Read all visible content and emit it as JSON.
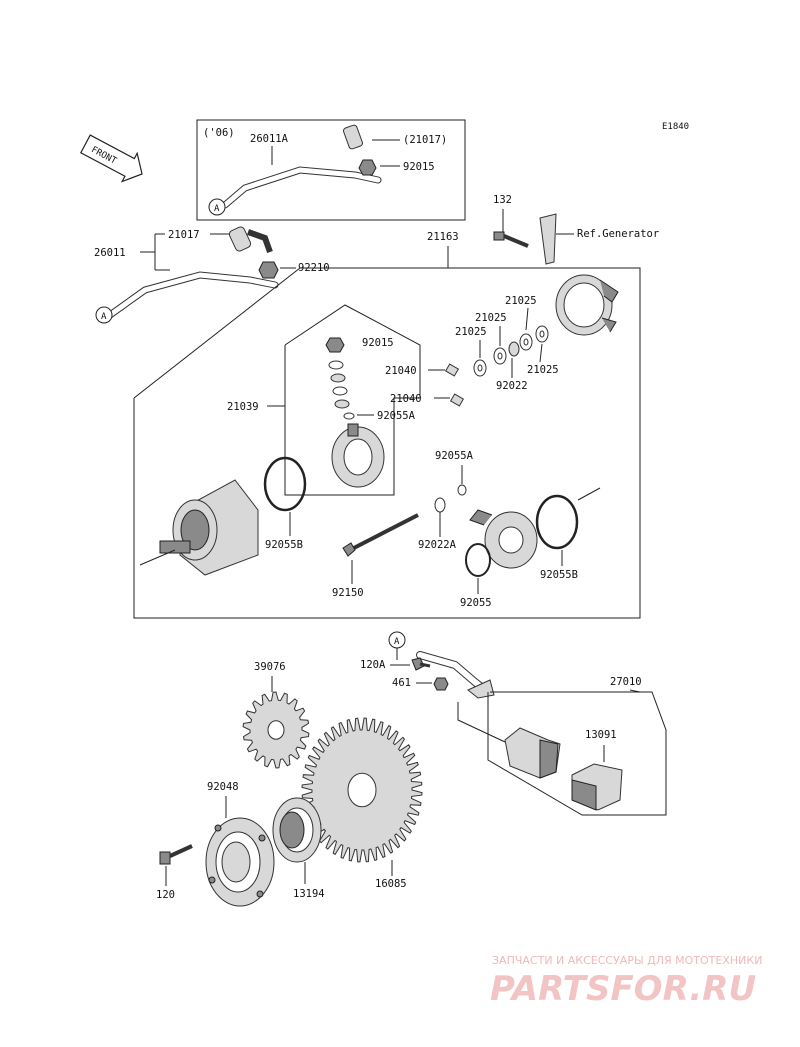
{
  "diagram_id": "E1840",
  "front_label": "FRONT",
  "variant_label": "('06)",
  "reference_label": "Ref.Generator",
  "callouts": {
    "a1": "A",
    "a2": "A",
    "a3": "A"
  },
  "parts": {
    "p26011A": "26011A",
    "p21017_paren": "(21017)",
    "p92015_top": "92015",
    "p26011": "26011",
    "p21017": "21017",
    "p92210": "92210",
    "p21163": "21163",
    "p132": "132",
    "p92015": "92015",
    "p21025_a": "21025",
    "p21025_b": "21025",
    "p21025_c": "21025",
    "p21025_d": "21025",
    "p21040_a": "21040",
    "p21040_b": "21040",
    "p92022": "92022",
    "p21039": "21039",
    "p92055A_a": "92055A",
    "p92055A_b": "92055A",
    "p92055B_a": "92055B",
    "p92055B_b": "92055B",
    "p92022A": "92022A",
    "p92150": "92150",
    "p92055": "92055",
    "p120A": "120A",
    "p461": "461",
    "p27010": "27010",
    "p13091": "13091",
    "p39076": "39076",
    "p92048": "92048",
    "p120": "120",
    "p13194": "13194",
    "p16085": "16085"
  },
  "watermark": {
    "subtitle": "ЗАПЧАСТИ И АКСЕССУАРЫ ДЛЯ МОТОТЕХНИКИ",
    "brand": "PARTSFOR.RU",
    "color": "#e89a9a"
  }
}
